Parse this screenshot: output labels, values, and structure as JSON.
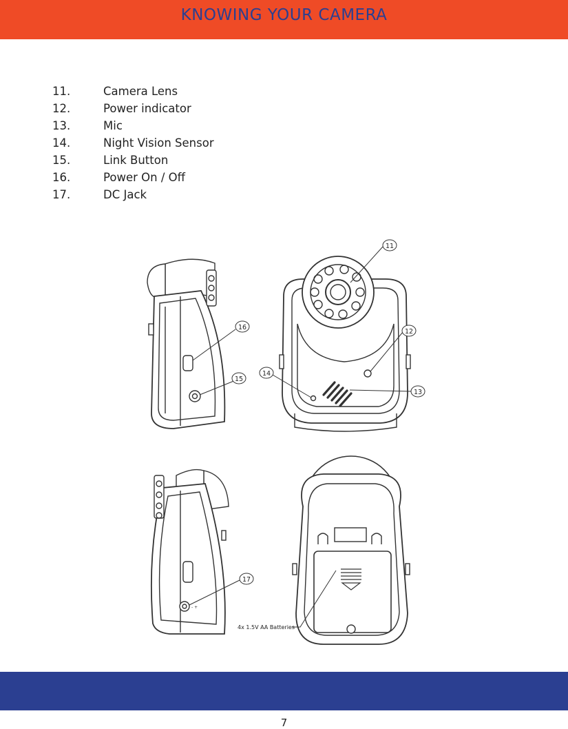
{
  "header": {
    "title": "KNOWING YOUR CAMERA"
  },
  "parts": [
    {
      "num": "11.",
      "label": "Camera Lens"
    },
    {
      "num": "12.",
      "label": "Power indicator"
    },
    {
      "num": "13.",
      "label": "Mic"
    },
    {
      "num": "14.",
      "label": "Night Vision Sensor"
    },
    {
      "num": "15.",
      "label": "Link Button"
    },
    {
      "num": "16.",
      "label": "Power On / Off"
    },
    {
      "num": "17.",
      "label": "DC Jack"
    }
  ],
  "figure": {
    "callouts": [
      "11",
      "12",
      "13",
      "14",
      "15",
      "16",
      "17"
    ],
    "battery_label": "4x 1.5V  AA Batteries"
  },
  "footer": {
    "page_number": "7"
  },
  "colors": {
    "header_bg": "#ef4b26",
    "header_text": "#2b3f91",
    "footer_bg": "#2b3f91"
  }
}
